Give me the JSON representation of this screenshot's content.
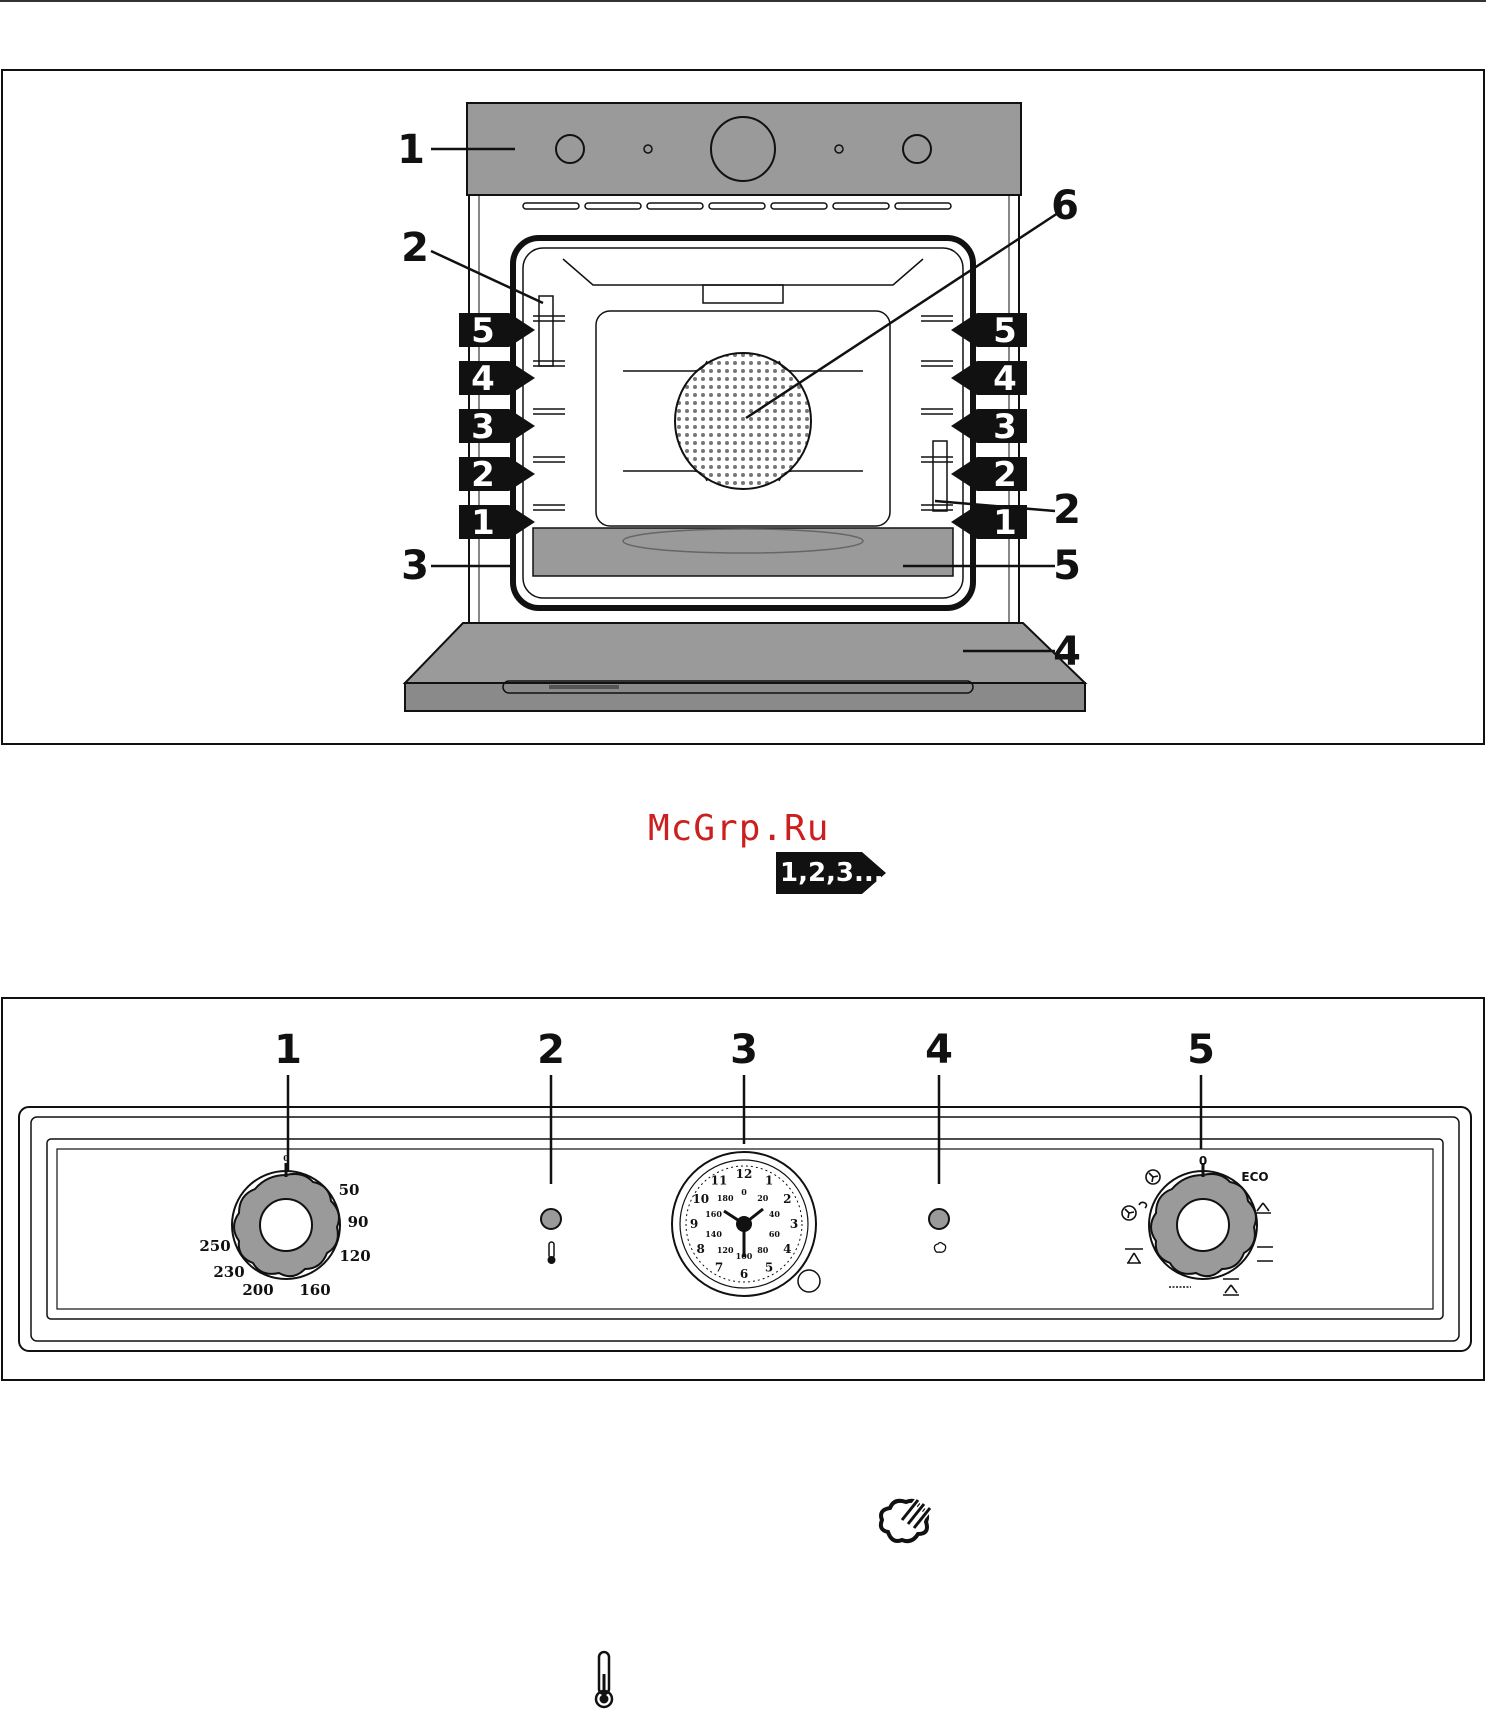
{
  "figure1": {
    "callouts": [
      "1",
      "2",
      "6",
      "2",
      "3",
      "5",
      "4"
    ],
    "rack_levels": [
      "5",
      "4",
      "3",
      "2",
      "1"
    ]
  },
  "shelf_tag": "1,2,3...",
  "watermark": "McGrp.Ru",
  "figure2": {
    "callouts": [
      "1",
      "2",
      "3",
      "4",
      "5"
    ],
    "temp_dial": [
      "0",
      "50",
      "90",
      "120",
      "160",
      "200",
      "230",
      "250"
    ],
    "clock_outer": [
      "12",
      "1",
      "2",
      "3",
      "4",
      "5",
      "6",
      "7",
      "8",
      "9",
      "10",
      "11"
    ],
    "clock_inner": [
      "0",
      "20",
      "40",
      "60",
      "80",
      "100",
      "120",
      "140",
      "160",
      "180"
    ],
    "mode_dial": [
      "0",
      "ECO"
    ]
  },
  "icons": [
    "oven-lamp-icon",
    "thermometer-icon",
    "fan-icon",
    "grill-icon",
    "steam-icon"
  ]
}
